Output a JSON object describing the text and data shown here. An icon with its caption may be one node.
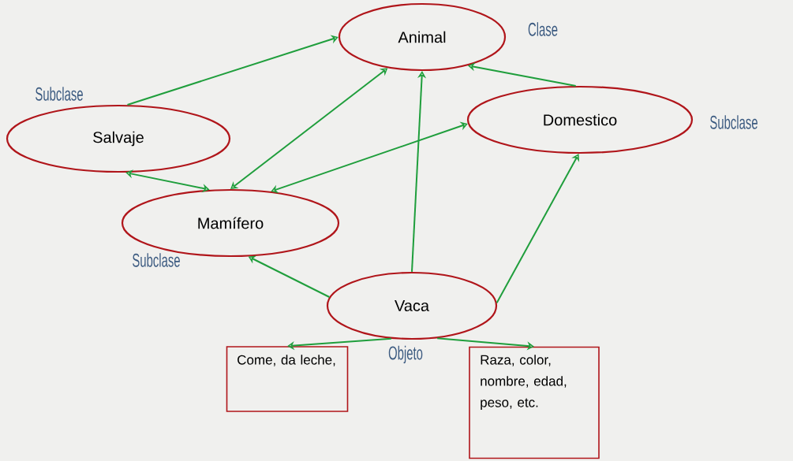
{
  "diagram": {
    "nodes": [
      {
        "text": [
          "Animal"
        ],
        "beside": [
          "Clase"
        ]
      },
      {
        "text": [
          "Salvaje"
        ],
        "beside": [
          "Subclase"
        ]
      },
      {
        "text": [
          "Domestico"
        ],
        "beside": [
          "Subclase"
        ]
      },
      {
        "text": [
          "Mamífero"
        ],
        "beside": [
          "Subclase"
        ]
      },
      {
        "text": [
          "Vaca"
        ],
        "beside": [
          "Objeto"
        ]
      },
      {
        "text": [
          "Come, da leche,"
        ]
      },
      {
        "text": [
          "Raza, color, nombre, edad, peso, etc."
        ]
      }
    ],
    "edges": [
      {
        "from": 1,
        "to": 0,
        "arrow": "to"
      },
      {
        "from": 3,
        "to": 0,
        "arrow": "both"
      },
      {
        "from": 1,
        "to": 3,
        "arrow": "both"
      },
      {
        "from": 3,
        "to": 2,
        "arrow": "both"
      },
      {
        "from": 2,
        "to": 0,
        "arrow": "to"
      },
      {
        "from": 4,
        "to": 0,
        "arrow": "to"
      },
      {
        "from": 4,
        "to": 3,
        "arrow": "to"
      },
      {
        "from": 4,
        "to": 2,
        "arrow": "to"
      },
      {
        "from": 4,
        "to": 5,
        "arrow": "to"
      },
      {
        "from": 4,
        "to": 6,
        "arrow": "to"
      }
    ]
  }
}
